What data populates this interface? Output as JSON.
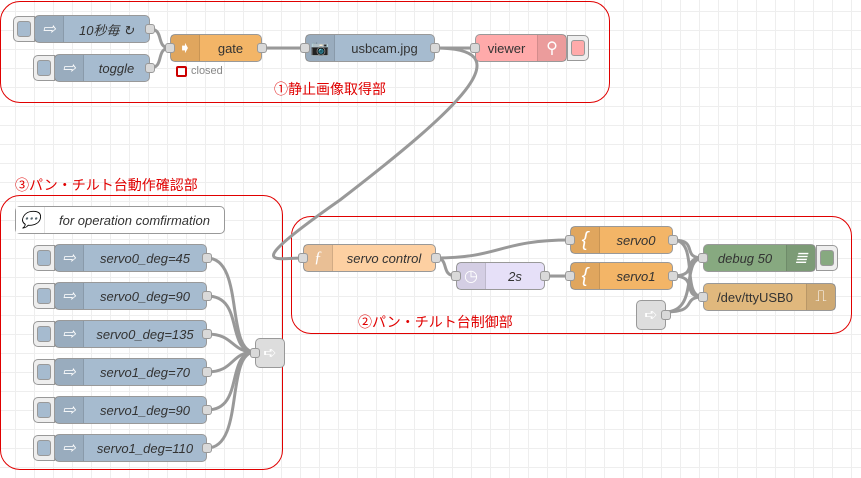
{
  "groups": [
    {
      "id": "g1",
      "label": "①静止画像取得部"
    },
    {
      "id": "g2",
      "label": "②パン・チルト台制御部"
    },
    {
      "id": "g3",
      "label": "③パン・チルト台動作確認部"
    }
  ],
  "nodes": {
    "inject_10s": {
      "label": "10秒毎 ↻",
      "type": "inject",
      "icon": "arrow-right-icon"
    },
    "inject_toggle": {
      "label": "toggle",
      "type": "inject",
      "icon": "arrow-right-icon"
    },
    "gate": {
      "label": "gate",
      "type": "gate",
      "icon": "gate-arrow-icon",
      "status": "closed",
      "status_color": "#cc0000"
    },
    "usbcam": {
      "label": "usbcam.jpg",
      "type": "file-in",
      "icon": "camera-icon"
    },
    "viewer": {
      "label": "viewer",
      "type": "image-viewer",
      "icon": "search-icon"
    },
    "comment": {
      "label": "for operation comfirmation",
      "type": "comment",
      "icon": "speech-bubble-icon"
    },
    "servo0_45": {
      "label": "servo0_deg=45",
      "type": "inject"
    },
    "servo0_90": {
      "label": "servo0_deg=90",
      "type": "inject"
    },
    "servo0_135": {
      "label": "servo0_deg=135",
      "type": "inject"
    },
    "servo1_70": {
      "label": "servo1_deg=70",
      "type": "inject"
    },
    "servo1_90": {
      "label": "servo1_deg=90",
      "type": "inject"
    },
    "servo1_110": {
      "label": "servo1_deg=110",
      "type": "inject"
    },
    "servo_control": {
      "label": "servo control",
      "type": "function",
      "icon": "function-icon"
    },
    "delay": {
      "label": "2s",
      "type": "delay",
      "icon": "timer-icon"
    },
    "servo0": {
      "label": "servo0",
      "type": "template",
      "icon": "brace-icon"
    },
    "servo1": {
      "label": "servo1",
      "type": "template",
      "icon": "brace-icon"
    },
    "debug": {
      "label": "debug 50",
      "type": "debug",
      "icon": "list-icon"
    },
    "serial": {
      "label": "/dev/ttyUSB0",
      "type": "serial-out",
      "icon": "pulse-icon"
    }
  },
  "colors": {
    "group_border": "#e00000",
    "inject": "#a6bbcf",
    "gate": "#f3b567",
    "viewer": "#ffaaaa",
    "function": "#fdd0a2",
    "delay": "#e6e0f8",
    "template": "#f3b567",
    "debug": "#87a980",
    "serial": "#e0b87d",
    "link": "#dddddd"
  }
}
